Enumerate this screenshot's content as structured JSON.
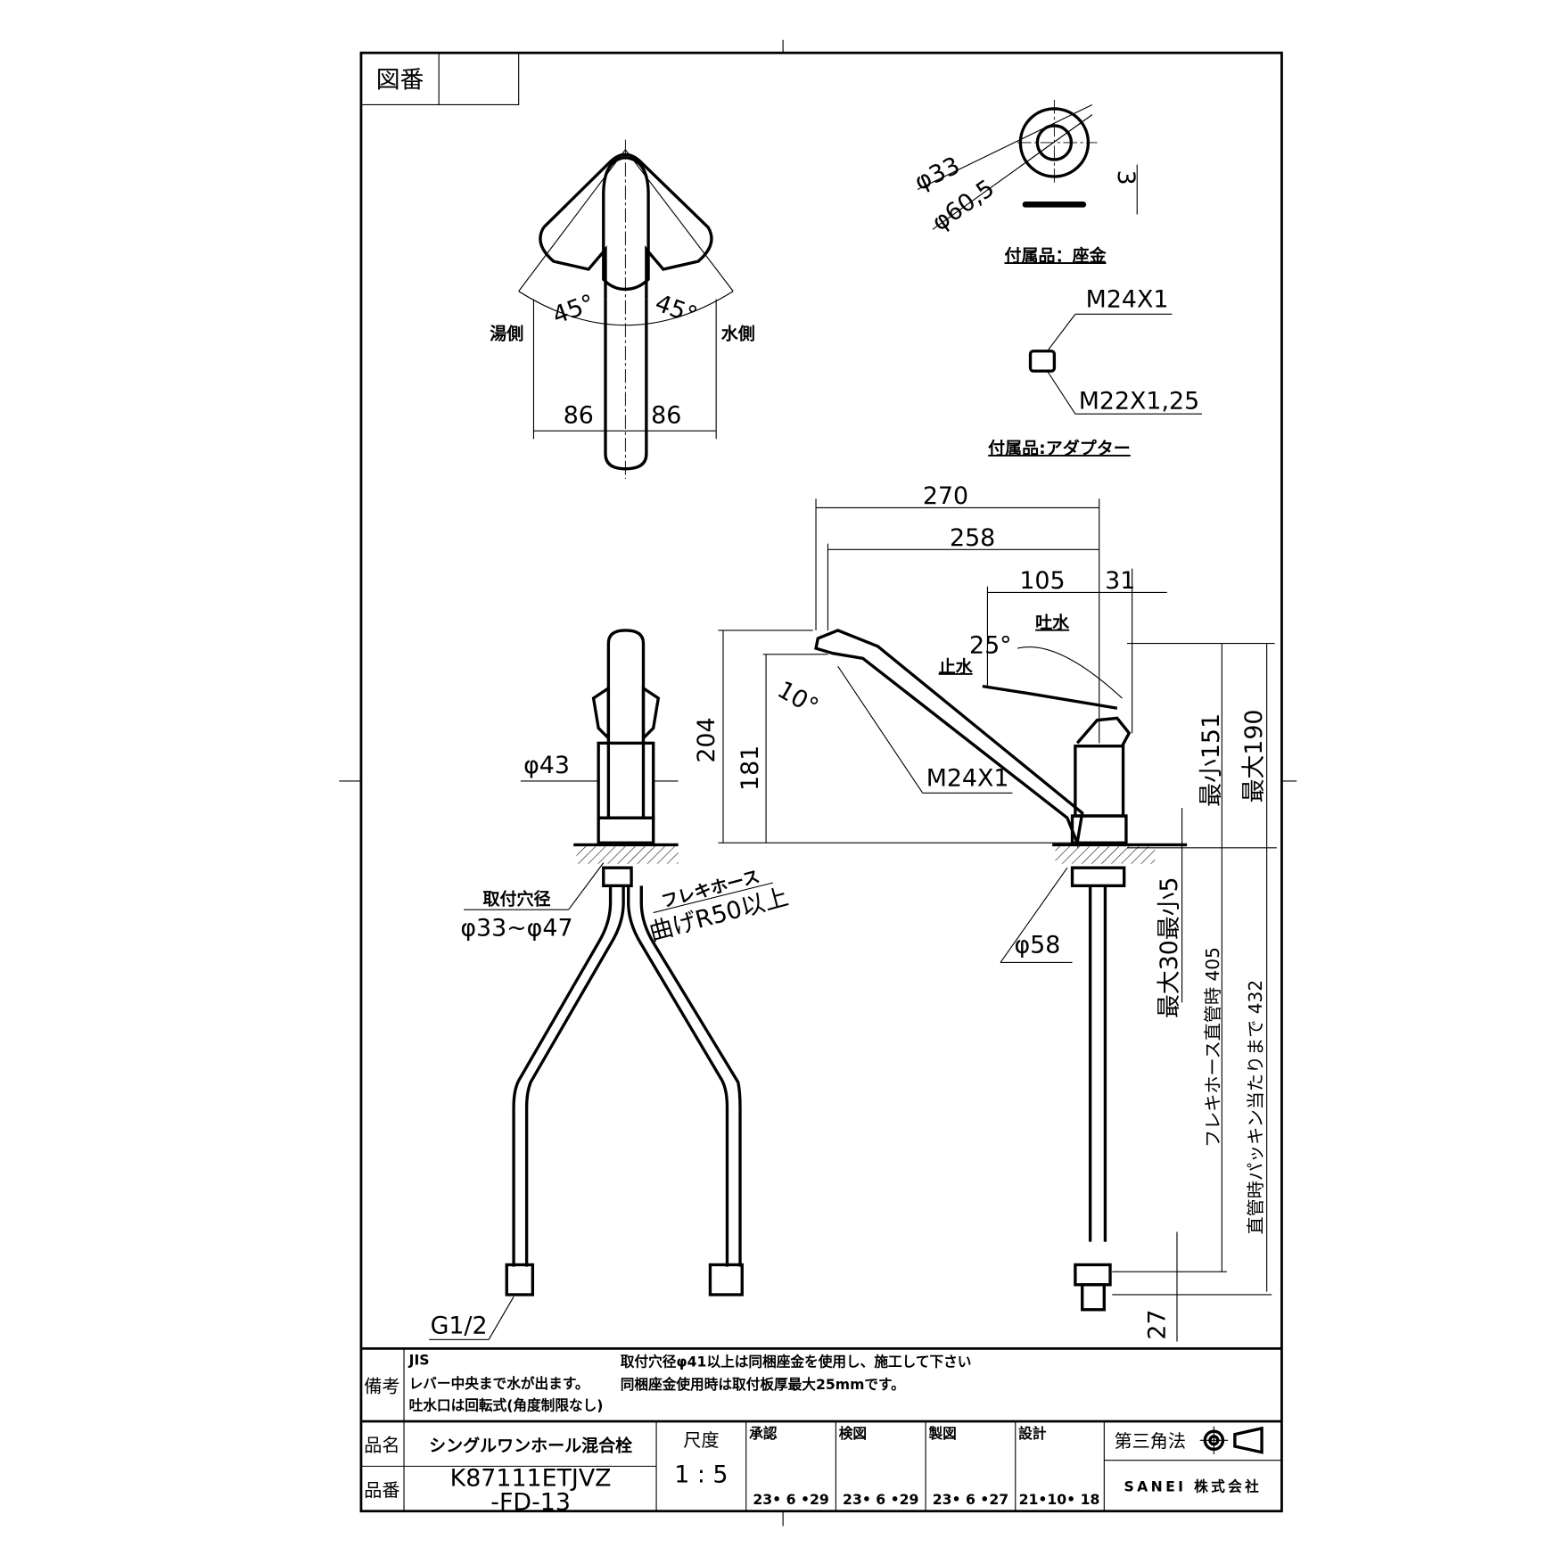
{
  "drawing_no_label": "図番",
  "top_view": {
    "angle_left": "45°",
    "angle_right": "45°",
    "hot_side": "湯側",
    "cold_side": "水側",
    "dim_left": "86",
    "dim_right": "86"
  },
  "washer": {
    "inner_dia": "φ33",
    "outer_dia": "φ60,5",
    "thickness": "3",
    "caption": "付属品：座金"
  },
  "adapter": {
    "thread_top": "M24X1",
    "thread_bottom": "M22X1,25",
    "caption": "付属品:アダプター"
  },
  "side_view": {
    "dim_270": "270",
    "dim_258": "258",
    "dim_105": "105",
    "dim_31": "31",
    "angle_25": "25°",
    "spout_open": "吐水",
    "spout_stop": "止水",
    "angle_10": "10°",
    "spout_thread": "M24X1",
    "dim_204": "204",
    "dim_181": "181",
    "min_151": "最小151",
    "max_190": "最大190",
    "base_dia": "φ58",
    "plate_thickness": "最大30最小5",
    "hose_405": "フレキホース直管時 405",
    "hose_432": "直管時パッキン当たりまで 432",
    "dim_27": "27"
  },
  "front_view": {
    "body_dia": "φ43",
    "hole_label": "取付穴径",
    "hole_range": "φ33~φ47",
    "hose_label": "フレキホース",
    "hose_bend": "曲げR50以上",
    "thread": "G1/2"
  },
  "notes": {
    "label": "備考",
    "lines_left": [
      "JIS",
      "レバー中央まで水が出ます。",
      "吐水口は回転式(角度制限なし)"
    ],
    "lines_right": [
      "取付穴径φ41以上は同梱座金を使用し、施工して下さい",
      "同梱座金使用時は取付板厚最大25mmです。"
    ]
  },
  "title_block": {
    "name_label": "品名",
    "name": "シングルワンホール混合栓",
    "part_label": "品番",
    "part_no_1": "K87111ETJVZ",
    "part_no_2": "-FD-13",
    "scale_label": "尺度",
    "scale": "1 : 5",
    "approved_label": "承認",
    "approved_date": "23• 6 •29",
    "checked_label": "検図",
    "checked_date": "23• 6 •29",
    "drawn_label": "製図",
    "drawn_date": "23• 6 •27",
    "design_label": "設計",
    "design_date": "21•10• 18",
    "projection": "第三角法",
    "company": "SANEI 株式会社"
  }
}
